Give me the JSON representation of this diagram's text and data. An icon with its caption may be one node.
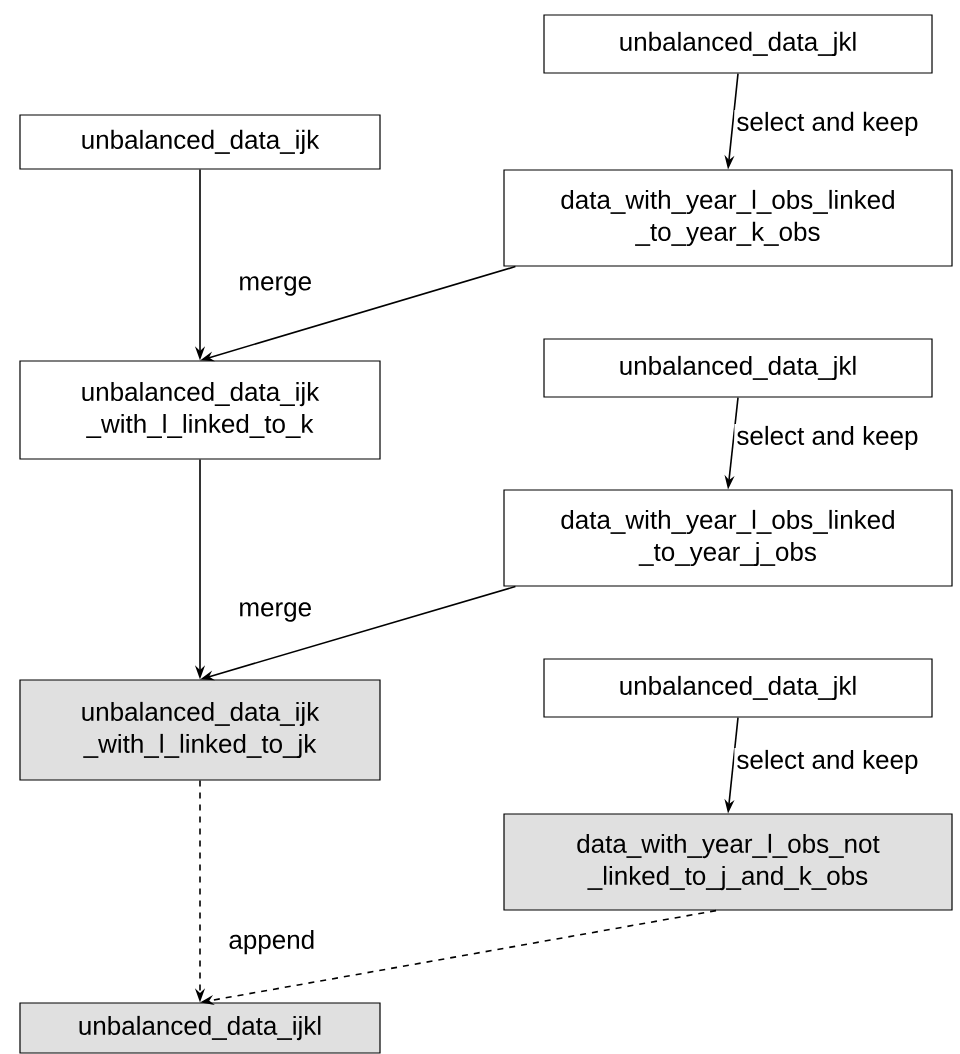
{
  "diagram": {
    "nodes": [
      {
        "text": [
          "unbalanced_data_ijk"
        ]
      },
      {
        "text": [
          "unbalanced_data_jkl"
        ]
      },
      {
        "text": [
          "data_with_year_l_obs_linked _to_year_k_obs"
        ]
      },
      {
        "text": [
          "unbalanced_data_ijk _with_l_linked_to_k"
        ]
      },
      {
        "text": [
          "unbalanced_data_jkl"
        ]
      },
      {
        "text": [
          "data_with_year_l_obs_linked _to_year_j_obs"
        ]
      },
      {
        "text": [
          "unbalanced_data_ijk _with_l_linked_to_jk"
        ]
      },
      {
        "text": [
          "unbalanced_data_jkl"
        ]
      },
      {
        "text": [
          "data_with_year_l_obs_not _linked_to_j_and_k_obs"
        ]
      },
      {
        "text": [
          "unbalanced_data_ijkl"
        ]
      }
    ],
    "edges": [
      {
        "from": 1,
        "to": 2,
        "arrow": "to",
        "label": "select and keep"
      },
      {
        "from": 0,
        "to": 3,
        "arrow": "to",
        "label": "merge"
      },
      {
        "from": 2,
        "to": 3,
        "arrow": "to"
      },
      {
        "from": 4,
        "to": 5,
        "arrow": "to",
        "label": "select and keep"
      },
      {
        "from": 3,
        "to": 6,
        "arrow": "to",
        "label": "merge"
      },
      {
        "from": 5,
        "to": 6,
        "arrow": "to"
      },
      {
        "from": 7,
        "to": 8,
        "arrow": "to",
        "label": "select and keep"
      },
      {
        "from": 6,
        "to": 9,
        "arrow": "to",
        "label": "append",
        "style": "dashed"
      },
      {
        "from": 8,
        "to": 9,
        "arrow": "to",
        "style": "dashed"
      }
    ]
  }
}
